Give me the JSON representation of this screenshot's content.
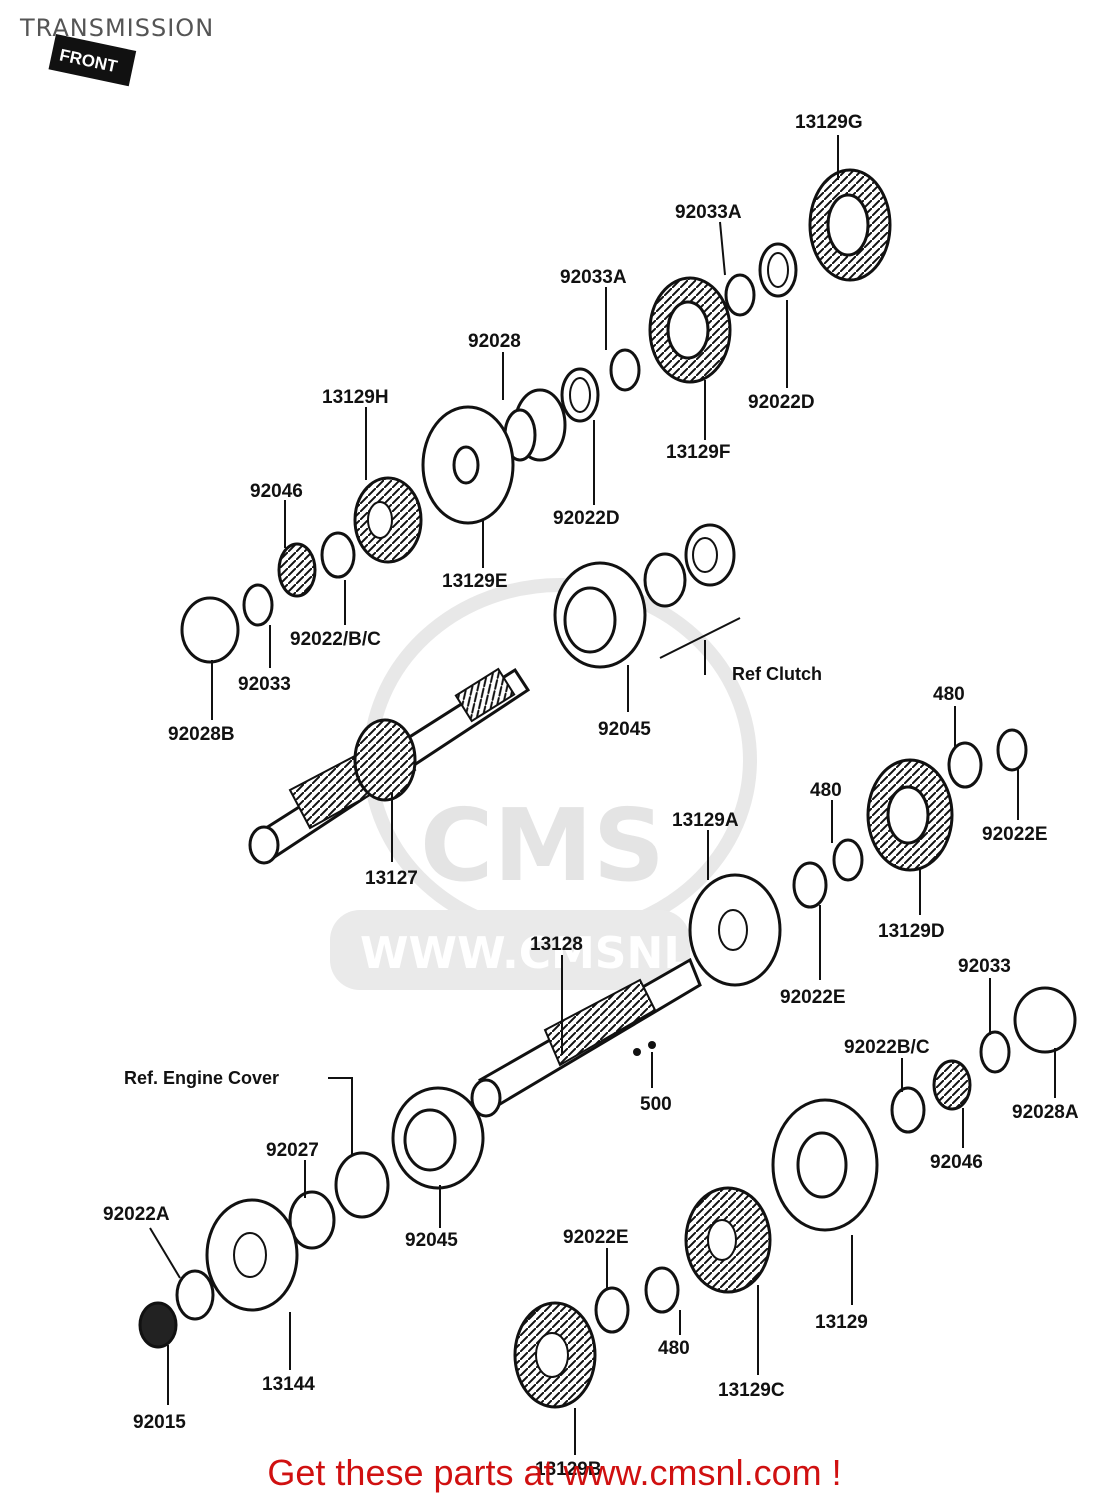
{
  "title": "TRANSMISSION",
  "front_tag": "FRONT",
  "watermark": {
    "brand": "CMS",
    "site": "WWW.CMSNL.COM"
  },
  "promo": "Get these parts at www.cmsnl.com !",
  "refs": {
    "clutch": "Ref  Clutch",
    "engine_cover": "Ref.  Engine Cover"
  },
  "labels": {
    "l13129G": "13129G",
    "l92033A_1": "92033A",
    "l92033A_2": "92033A",
    "l92028": "92028",
    "l13129H": "13129H",
    "l92022D_1": "92022D",
    "l13129F": "13129F",
    "l92046_1": "92046",
    "l92022D_2": "92022D",
    "l13129E": "13129E",
    "l92022BC_1": "92022/B/C",
    "l92033_1": "92033",
    "l92028B": "92028B",
    "l92045_1": "92045",
    "l480_1": "480",
    "l480_2": "480",
    "l13129A": "13129A",
    "l92022E_1": "92022E",
    "l13127": "13127",
    "l13129D": "13129D",
    "l13128": "13128",
    "l92022E_2": "92022E",
    "l92033_2": "92033",
    "l92022BC_2": "92022B/C",
    "l500": "500",
    "l92028A": "92028A",
    "l92027": "92027",
    "l92045_2": "92045",
    "l92046_2": "92046",
    "l92022A": "92022A",
    "l92022E_3": "92022E",
    "l13129": "13129",
    "l13144": "13144",
    "l480_3": "480",
    "l13129C": "13129C",
    "l92015": "92015",
    "l13129B": "13129B"
  }
}
